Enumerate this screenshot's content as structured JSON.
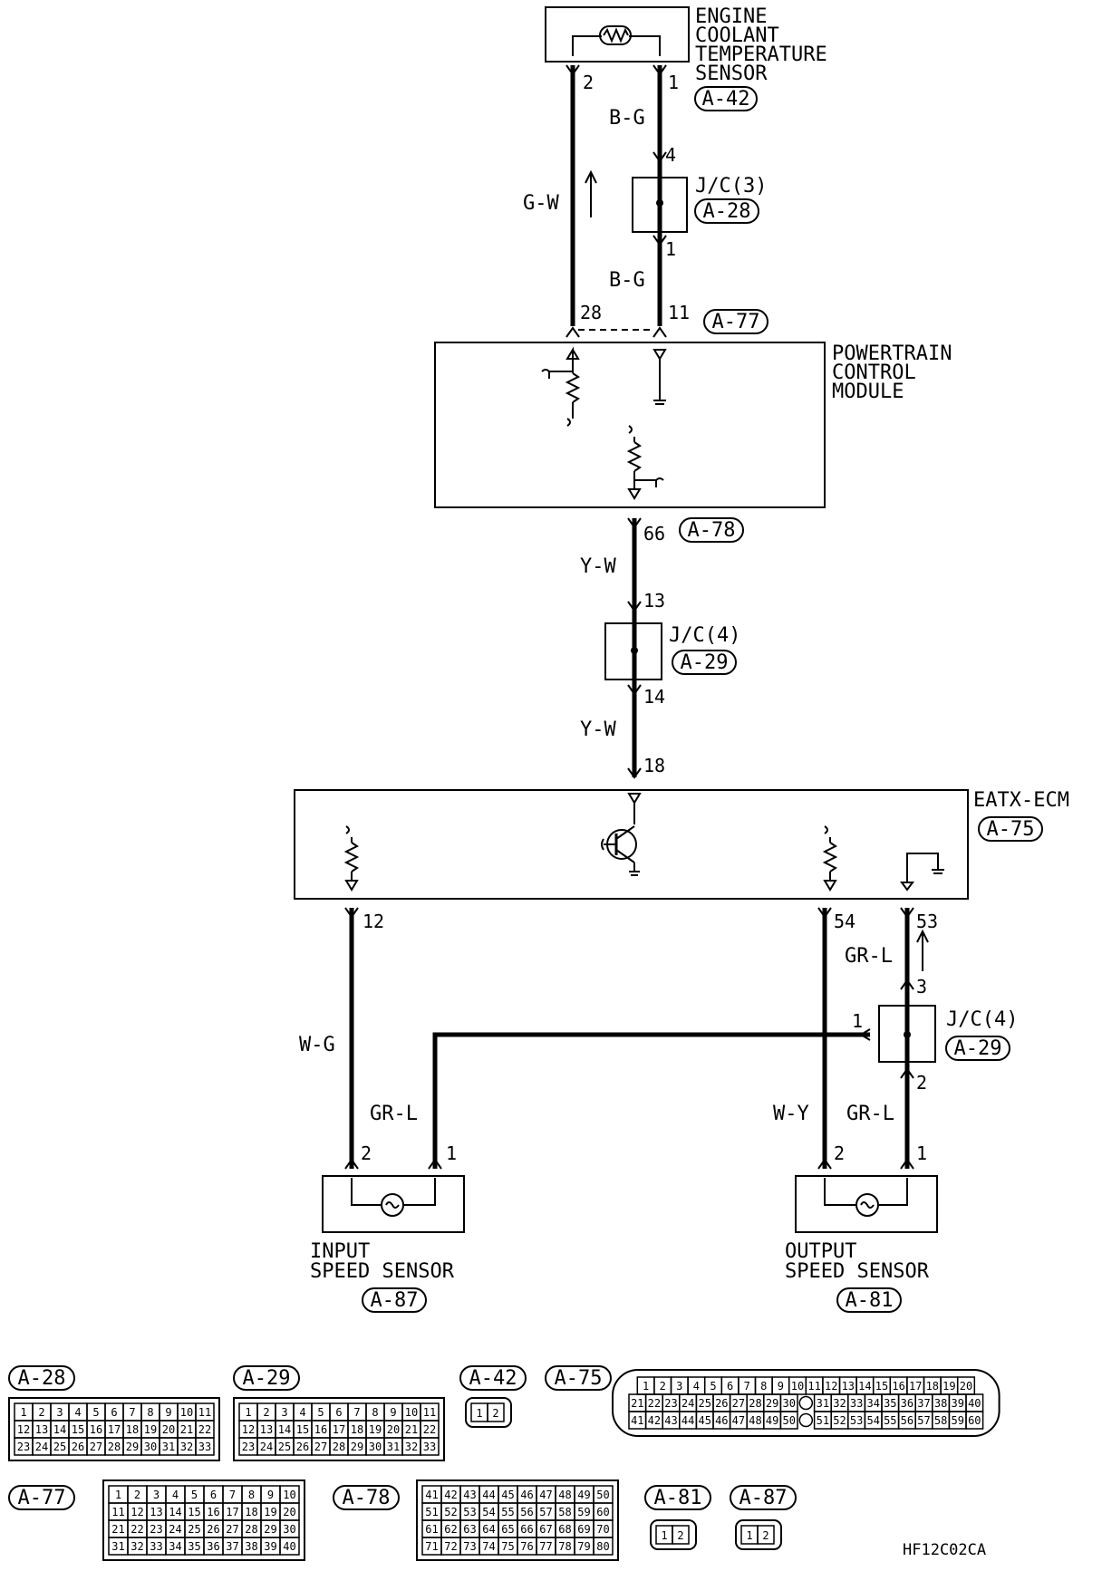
{
  "components": {
    "ect_sensor": {
      "name_lines": [
        "ENGINE",
        "COOLANT",
        "TEMPERATURE",
        "SENSOR"
      ],
      "connector": "A-42"
    },
    "jc3": {
      "name": "J/C(3)",
      "connector": "A-28"
    },
    "pcm": {
      "name_lines": [
        "POWERTRAIN",
        "CONTROL",
        "MODULE"
      ],
      "connector_top": "A-77",
      "connector_bottom": "A-78"
    },
    "jc4_top": {
      "name": "J/C(4)",
      "connector": "A-29"
    },
    "eatx": {
      "name": "EATX-ECM",
      "connector": "A-75"
    },
    "jc4_bottom": {
      "name": "J/C(4)",
      "connector": "A-29"
    },
    "input_sensor": {
      "name_lines": [
        "INPUT",
        "SPEED SENSOR"
      ],
      "connector": "A-87"
    },
    "output_sensor": {
      "name_lines": [
        "OUTPUT",
        "SPEED SENSOR"
      ],
      "connector": "A-81"
    }
  },
  "wires": {
    "gw": "G-W",
    "bg1": "B-G",
    "bg2": "B-G",
    "yw1": "Y-W",
    "yw2": "Y-W",
    "wg": "W-G",
    "grl_in": "GR-L",
    "wy": "W-Y",
    "grl_out": "GR-L",
    "grl_53": "GR-L"
  },
  "pins": {
    "ect_2": "2",
    "ect_1": "1",
    "jc3_4": "4",
    "jc3_1": "1",
    "pcm_28": "28",
    "pcm_11": "11",
    "pcm_66": "66",
    "jc4_13": "13",
    "jc4_14": "14",
    "eatx_18": "18",
    "eatx_12": "12",
    "eatx_54": "54",
    "eatx_53": "53",
    "jcb_3": "3",
    "jcb_1": "1",
    "jcb_2": "2",
    "in_2": "2",
    "in_1": "1",
    "out_2": "2",
    "out_1": "1"
  },
  "connector_views": [
    {
      "id": "A-28",
      "rows": [
        [
          "1",
          "2",
          "3",
          "4",
          "5",
          "6",
          "7",
          "8",
          "9",
          "10",
          "11"
        ],
        [
          "12",
          "13",
          "14",
          "15",
          "16",
          "17",
          "18",
          "19",
          "20",
          "21",
          "22"
        ],
        [
          "23",
          "24",
          "25",
          "26",
          "27",
          "28",
          "29",
          "30",
          "31",
          "32",
          "33"
        ]
      ]
    },
    {
      "id": "A-29",
      "rows": [
        [
          "1",
          "2",
          "3",
          "4",
          "5",
          "6",
          "7",
          "8",
          "9",
          "10",
          "11"
        ],
        [
          "12",
          "13",
          "14",
          "15",
          "16",
          "17",
          "18",
          "19",
          "20",
          "21",
          "22"
        ],
        [
          "23",
          "24",
          "25",
          "26",
          "27",
          "28",
          "29",
          "30",
          "31",
          "32",
          "33"
        ]
      ]
    },
    {
      "id": "A-42",
      "rows": [
        [
          "1",
          "2"
        ]
      ]
    },
    {
      "id": "A-75",
      "rows": [
        [
          "1",
          "2",
          "3",
          "4",
          "5",
          "6",
          "7",
          "8",
          "9",
          "10",
          "11",
          "12",
          "13",
          "14",
          "15",
          "16",
          "17",
          "18",
          "19",
          "20"
        ],
        [
          "21",
          "22",
          "23",
          "24",
          "25",
          "26",
          "27",
          "28",
          "29",
          "30",
          "",
          "31",
          "32",
          "33",
          "34",
          "35",
          "36",
          "37",
          "38",
          "39",
          "40"
        ],
        [
          "41",
          "42",
          "43",
          "44",
          "45",
          "46",
          "47",
          "48",
          "49",
          "50",
          "",
          "51",
          "52",
          "53",
          "54",
          "55",
          "56",
          "57",
          "58",
          "59",
          "60"
        ]
      ]
    },
    {
      "id": "A-77",
      "rows": [
        [
          "1",
          "2",
          "3",
          "4",
          "5",
          "6",
          "7",
          "8",
          "9",
          "10"
        ],
        [
          "11",
          "12",
          "13",
          "14",
          "15",
          "16",
          "17",
          "18",
          "19",
          "20"
        ],
        [
          "21",
          "22",
          "23",
          "24",
          "25",
          "26",
          "27",
          "28",
          "29",
          "30"
        ],
        [
          "31",
          "32",
          "33",
          "34",
          "35",
          "36",
          "37",
          "38",
          "39",
          "40"
        ]
      ]
    },
    {
      "id": "A-78",
      "rows": [
        [
          "41",
          "42",
          "43",
          "44",
          "45",
          "46",
          "47",
          "48",
          "49",
          "50"
        ],
        [
          "51",
          "52",
          "53",
          "54",
          "55",
          "56",
          "57",
          "58",
          "59",
          "60"
        ],
        [
          "61",
          "62",
          "63",
          "64",
          "65",
          "66",
          "67",
          "68",
          "69",
          "70"
        ],
        [
          "71",
          "72",
          "73",
          "74",
          "75",
          "76",
          "77",
          "78",
          "79",
          "80"
        ]
      ]
    },
    {
      "id": "A-81",
      "rows": [
        [
          "1",
          "2"
        ]
      ]
    },
    {
      "id": "A-87",
      "rows": [
        [
          "1",
          "2"
        ]
      ]
    }
  ],
  "figure_code": "HF12C02CA"
}
